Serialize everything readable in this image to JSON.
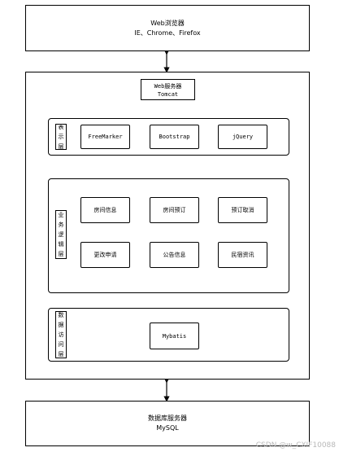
{
  "browser": {
    "title": "Web浏览器",
    "subtitle": "IE、Chrome、Firefox"
  },
  "web_server": {
    "title": "Web服务器",
    "subtitle": "Tomcat"
  },
  "presentation_layer": {
    "label": "表示层",
    "items": [
      "FreeMarker",
      "Bootstrap",
      "jQuery"
    ]
  },
  "business_layer": {
    "label": "业务逻辑层",
    "items": [
      "房间信息",
      "房间预订",
      "预订取消",
      "更改申请",
      "公告信息",
      "民宿资讯"
    ]
  },
  "data_access_layer": {
    "label": "数据访问层",
    "items": [
      "Mybatis"
    ]
  },
  "db_server": {
    "title": "数据库服务器",
    "subtitle": "MySQL"
  },
  "watermark": "CSDN @w_CXIF10088"
}
